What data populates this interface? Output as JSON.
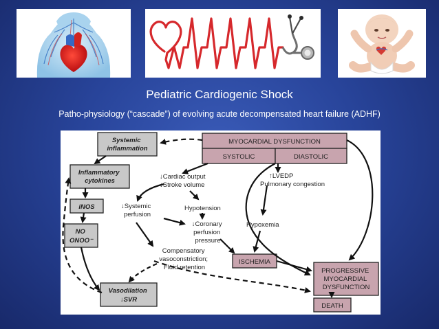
{
  "slide": {
    "title": "Pediatric Cardiogenic Shock",
    "subtitle": "Patho-physiology (“cascade”) of evolving acute decompensated heart failure (ADHF)"
  },
  "images": {
    "left": "heart-anatomy-icon",
    "center": "heart-ecg-stethoscope-icon",
    "right": "baby-icon"
  },
  "diagram": {
    "myocardial_dysfunction": "MYOCARDIAL DYSFUNCTION",
    "systolic": "SYSTOLIC",
    "diastolic": "DIASTOLIC",
    "systemic_inflammation": [
      "Systemic",
      "inflammation"
    ],
    "inflammatory_cytokines": [
      "Inflammatory",
      "cytokines"
    ],
    "inos": "iNOS",
    "no_onoo": [
      "NO",
      "ONOO⁻"
    ],
    "vasodilation": [
      "Vasodilation",
      "↓SVR"
    ],
    "cardiac_output": [
      "↓Cardiac output",
      "↓Stroke volume"
    ],
    "lvedp": [
      "↑LVEDP",
      "Pulmonary congestion"
    ],
    "systemic_perfusion": [
      "↓Systemic",
      "perfusion"
    ],
    "hypotension": "Hypotension",
    "coronary_perfusion": [
      "↓Coronary",
      "perfusion",
      "pressure"
    ],
    "hypoxemia": "Hypoxemia",
    "compensatory": [
      "Compensatory",
      "vasoconstriction;",
      "Fluid retention"
    ],
    "ischemia": "ISCHEMIA",
    "progressive": [
      "PROGRESSIVE",
      "MYOCARDIAL",
      "DYSFUNCTION"
    ],
    "death": "DEATH"
  },
  "colors": {
    "background": "#28449a",
    "box_gray": "#c8c8c8",
    "box_mauve": "#c8a4ae",
    "text": "#1f1f1f"
  }
}
